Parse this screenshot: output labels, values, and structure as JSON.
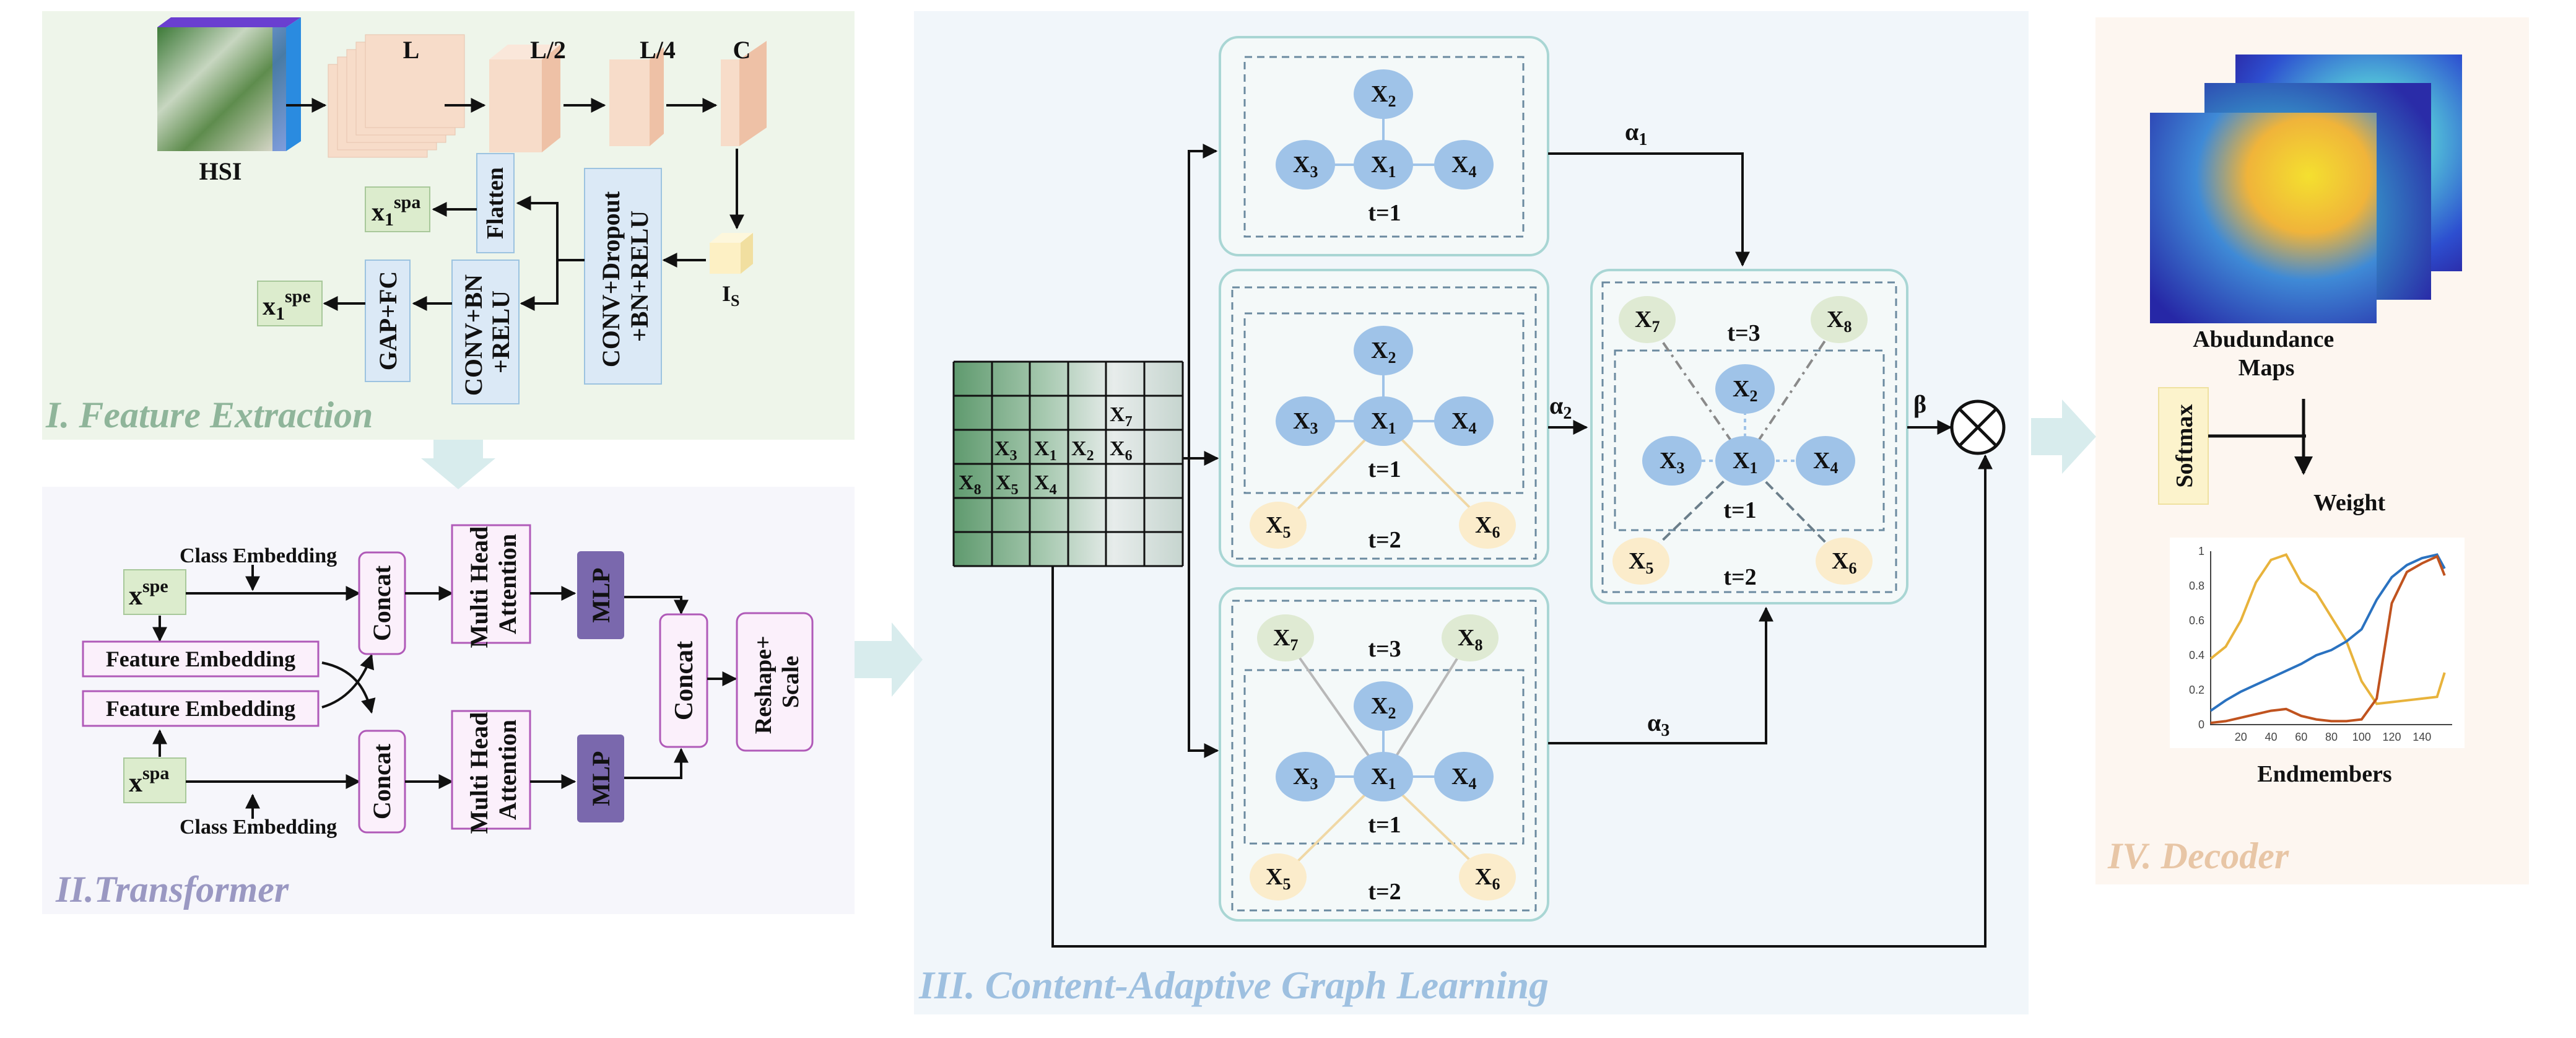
{
  "panels": {
    "feature_extraction": {
      "label": "I.  Feature Extraction",
      "color": "#8fb59a"
    },
    "transformer": {
      "label": "II.Transformer",
      "color": "#9a98c2"
    },
    "graph": {
      "label": "III. Content-Adaptive Graph Learning",
      "color": "#9ec0e0"
    },
    "decoder": {
      "label": "IV. Decoder",
      "color": "#e8c6a6"
    }
  },
  "fe": {
    "hsi": "HSI",
    "cube_labels": [
      "L",
      "L/2",
      "L/4",
      "C"
    ],
    "is_base": "I",
    "is_sub": "S",
    "flatten": "Flatten",
    "conv_dropout": [
      "CONV+Dropout",
      "+BN+RELU"
    ],
    "conv_bn": [
      "CONV+BN",
      "+RELU"
    ],
    "gap_fc": "GAP+FC",
    "x1spa_base": "x",
    "x1spa_sub": "1",
    "x1spa_sup": "spa",
    "x1spe_base": "x",
    "x1spe_sub": "1",
    "x1spe_sup": "spe"
  },
  "tr": {
    "class_embedding_top": "Class Embedding",
    "class_embedding_bottom": "Class Embedding",
    "xspe_base": "x",
    "xspe_sup": "spe",
    "xspa_base": "x",
    "xspa_sup": "spa",
    "feature_embedding_1": "Feature Embedding",
    "feature_embedding_2": "Feature Embedding",
    "concat_1": "Concat",
    "concat_2": "Concat",
    "concat_3": "Concat",
    "mha_1": [
      "Multi Head",
      "Attention"
    ],
    "mha_2": [
      "Multi Head",
      "Attention"
    ],
    "mlp_1": "MLP",
    "mlp_2": "MLP",
    "reshape": [
      "Reshape+",
      "Scale"
    ]
  },
  "graph": {
    "grid_labels": [
      {
        "base": "X",
        "sub": "7"
      },
      {
        "base": "X",
        "sub": "3"
      },
      {
        "base": "X",
        "sub": "1"
      },
      {
        "base": "X",
        "sub": "2"
      },
      {
        "base": "X",
        "sub": "6"
      },
      {
        "base": "X",
        "sub": "8"
      },
      {
        "base": "X",
        "sub": "5"
      },
      {
        "base": "X",
        "sub": "4"
      }
    ],
    "t1": "t=1",
    "t2": "t=2",
    "t3": "t=3",
    "alpha1_base": "α",
    "alpha1_sub": "1",
    "alpha2_base": "α",
    "alpha2_sub": "2",
    "alpha3_base": "α",
    "alpha3_sub": "3",
    "beta": "β",
    "node_base": "X",
    "node_subs": [
      "1",
      "2",
      "3",
      "4",
      "5",
      "6",
      "7",
      "8"
    ]
  },
  "dec": {
    "maps_label": [
      "Abudundance",
      "Maps"
    ],
    "softmax": "Softmax",
    "weight": "Weight",
    "endmembers": "Endmembers",
    "x_ticks": [
      "20",
      "40",
      "60",
      "80",
      "100",
      "120",
      "140"
    ],
    "y_ticks": [
      "0",
      "0.2",
      "0.4",
      "0.6",
      "0.8",
      "1"
    ]
  },
  "colors": {
    "fe_bg": "#eef5ea",
    "tr_bg": "#f6f6fb",
    "graph_bg": "#f1f6fa",
    "dec_bg": "#fdf6f0",
    "box_blue": "#dbe9f6",
    "box_green": "#dceccd",
    "box_purple_border": "#b05ab8",
    "box_purple_fill": "#fbf0fb",
    "mlp": "#7a68ad",
    "node_blue": "#9fc3e8",
    "node_green": "#dfead3",
    "node_yellow": "#fbeccb",
    "card_border": "#a9d6d4",
    "arrow_fill": "#d8eced",
    "cube": "#f7dcc9",
    "softmax": "#fcf3cc"
  },
  "chart_data": {
    "type": "line",
    "x": [
      0,
      10,
      20,
      30,
      40,
      50,
      60,
      70,
      80,
      90,
      100,
      110,
      120,
      130,
      140,
      150,
      155
    ],
    "xlim": [
      0,
      160
    ],
    "ylim": [
      0,
      1
    ],
    "series": [
      {
        "color": "#e8b33c",
        "values": [
          0.38,
          0.45,
          0.6,
          0.82,
          0.95,
          0.98,
          0.82,
          0.76,
          0.62,
          0.48,
          0.25,
          0.12,
          0.13,
          0.14,
          0.15,
          0.16,
          0.3
        ]
      },
      {
        "color": "#2a72c0",
        "values": [
          0.08,
          0.14,
          0.19,
          0.23,
          0.27,
          0.31,
          0.35,
          0.4,
          0.43,
          0.48,
          0.55,
          0.72,
          0.85,
          0.92,
          0.96,
          0.98,
          0.9
        ]
      },
      {
        "color": "#c0531f",
        "values": [
          0.01,
          0.02,
          0.04,
          0.06,
          0.08,
          0.09,
          0.05,
          0.03,
          0.02,
          0.02,
          0.03,
          0.15,
          0.7,
          0.88,
          0.93,
          0.97,
          0.86
        ]
      }
    ]
  }
}
